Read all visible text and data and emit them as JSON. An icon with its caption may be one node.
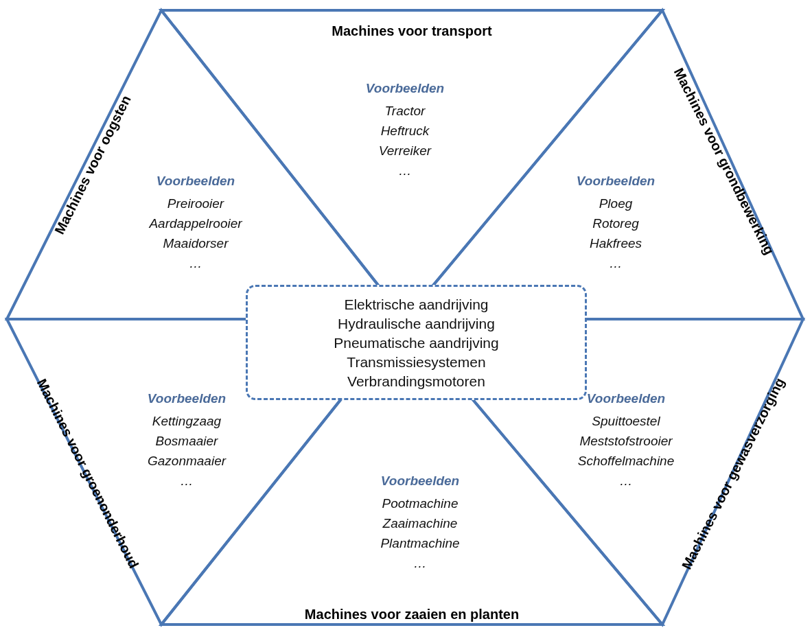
{
  "diagram": {
    "nodes": [
      {
        "text": [
          "Machines voor transport",
          "Voorbeelden",
          "Tractor",
          "Heftruck",
          "Verreiker",
          "…"
        ]
      },
      {
        "text": [
          "Machines voor grondbewerking",
          "Voorbeelden",
          "Ploeg",
          "Rotoreg",
          "Hakfrees",
          "…"
        ]
      },
      {
        "text": [
          "Machines voor gewasverzorging",
          "Voorbeelden",
          "Spuittoestel",
          "Meststofstrooier",
          "Schoffelmachine",
          "…"
        ]
      },
      {
        "text": [
          "Voorbeelden",
          "Pootmachine",
          "Zaaimachine",
          "Plantmachine",
          "…",
          "Machines voor zaaien en planten"
        ]
      },
      {
        "text": [
          "Machines voor groenonderhoud",
          "Voorbeelden",
          "Kettingzaag",
          "Bosmaaier",
          "Gazonmaaier",
          "…"
        ]
      },
      {
        "text": [
          "Machines voor oogsten",
          "Voorbeelden",
          "Preirooier",
          "Aardappelrooier",
          "Maaidorser",
          "…"
        ]
      },
      {
        "text": [
          "Elektrische aandrijving",
          "Hydraulische aandrijving",
          "Pneumatische aandrijving",
          "Transmissiesystemen",
          "Verbrandingsmotoren"
        ]
      }
    ]
  }
}
